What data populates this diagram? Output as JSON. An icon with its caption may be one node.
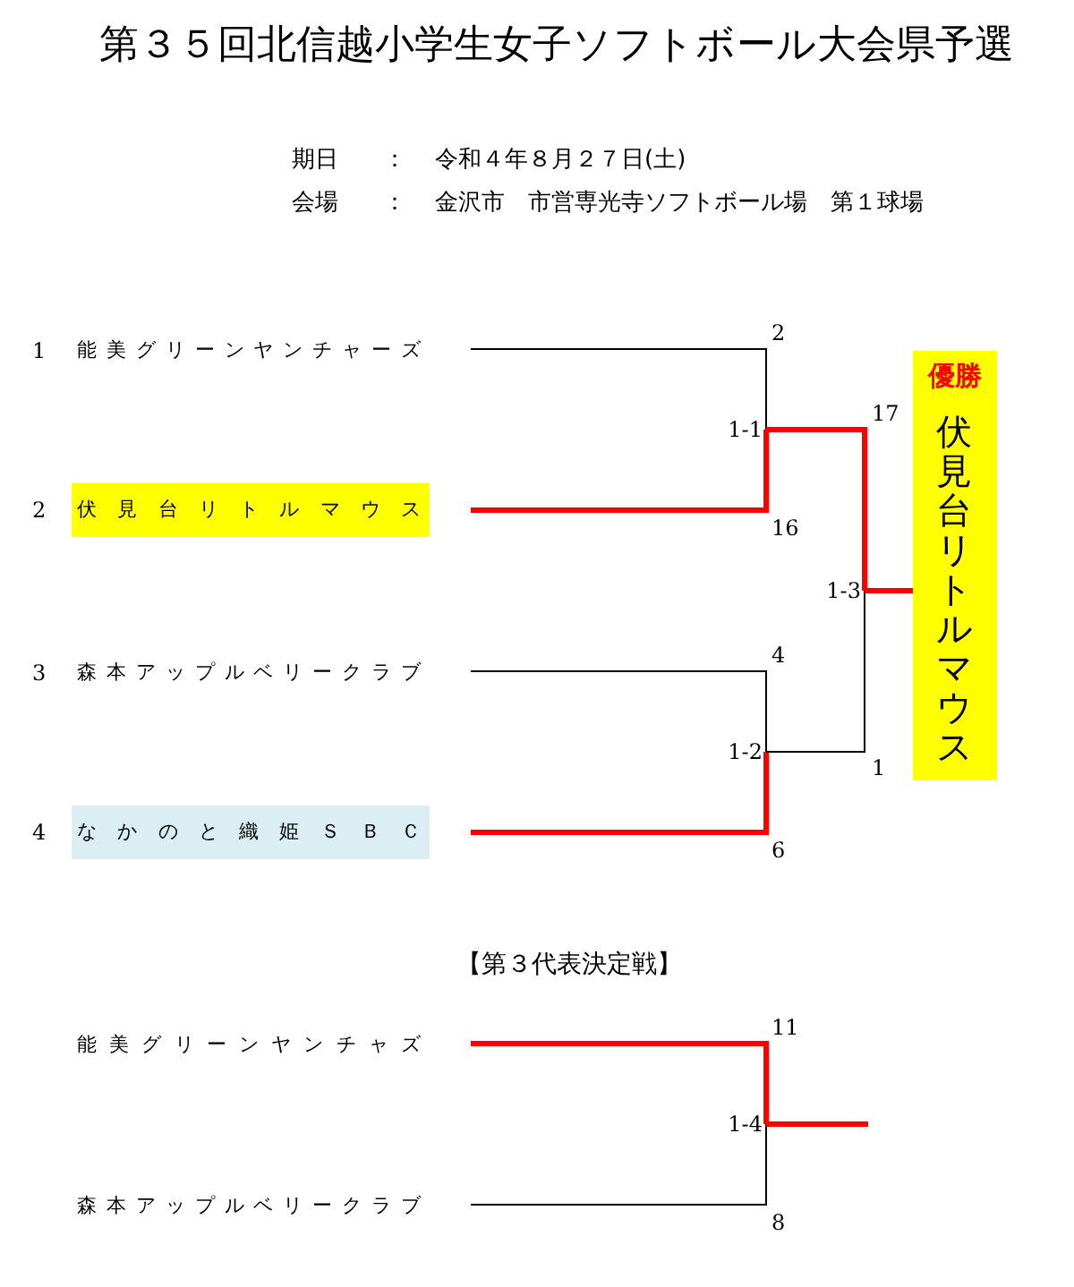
{
  "diagram": {
    "title": "第３５回北信越小学生女子ソフトボール大会県予選",
    "nodes": [
      {
        "text": [
          "能美グリーンヤンチャーズ"
        ],
        "beside": [
          "1"
        ]
      },
      {
        "text": [
          "伏見台リトルマウス"
        ],
        "beside": [
          "2"
        ]
      },
      {
        "text": [
          "森本アップルベリークラブ"
        ],
        "beside": [
          "3"
        ]
      },
      {
        "text": [
          "なかのと織姫ＳＢＣ"
        ],
        "beside": [
          "4"
        ]
      },
      {
        "text": [
          "1-1"
        ]
      },
      {
        "text": [
          "1-2"
        ]
      },
      {
        "text": [
          "1-3"
        ]
      },
      {
        "text": [
          "優勝",
          "伏見台リトルマウス"
        ]
      },
      {
        "text": [
          "能美グリーンヤンチャズ"
        ]
      },
      {
        "text": [
          "森本アップルベリークラブ"
        ]
      },
      {
        "text": [
          "1-4"
        ]
      }
    ],
    "edges": [
      {
        "from": 0,
        "to": 4,
        "arrow": "none",
        "label": "2",
        "color": "#000000"
      },
      {
        "from": 1,
        "to": 4,
        "arrow": "none",
        "label": "16"
      },
      {
        "from": 2,
        "to": 5,
        "arrow": "none",
        "label": "4",
        "color": "#000000"
      },
      {
        "from": 3,
        "to": 5,
        "arrow": "none",
        "label": "6"
      },
      {
        "from": 4,
        "to": 6,
        "arrow": "none",
        "label": "17"
      },
      {
        "from": 5,
        "to": 6,
        "arrow": "none",
        "label": "1",
        "color": "#000000"
      },
      {
        "from": 6,
        "to": 7,
        "arrow": "none"
      },
      {
        "from": 8,
        "to": 10,
        "arrow": "none",
        "label": "11"
      },
      {
        "from": 9,
        "to": 10,
        "arrow": "none",
        "label": "8",
        "color": "#000000"
      },
      {
        "from": 10,
        "to": null,
        "arrow": "none"
      }
    ],
    "labels": [
      "期日",
      "：",
      "令和４年８月２７日(土)",
      "会場",
      "：",
      "金沢市　市営専光寺ソフトボール場　第１球場",
      "【第３代表決定戦】"
    ]
  }
}
